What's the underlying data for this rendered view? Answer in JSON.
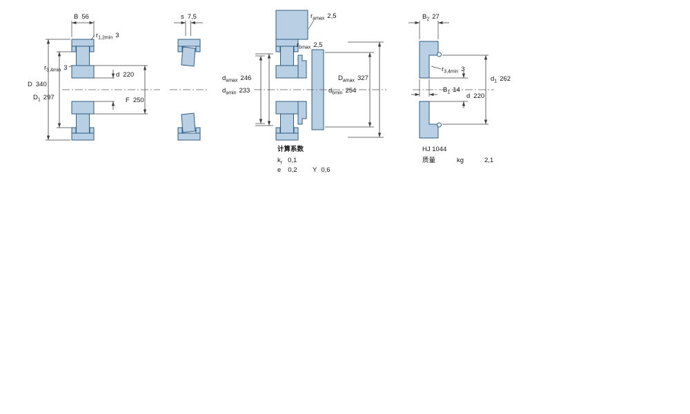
{
  "figure": {
    "background": "#ffffff"
  },
  "colors": {
    "section_fill": "#b9cfe3",
    "section_outline": "#2e5b80",
    "dimension_lines": "#3c3c3c",
    "label_text": "#141414"
  },
  "bearing_view": {
    "B": {
      "sym": "B",
      "val": "56"
    },
    "r12": {
      "sym": "r",
      "sub": "1,2min",
      "val": "3"
    },
    "r34": {
      "sym": "r",
      "sub": "3,4min",
      "val": "3"
    },
    "D": {
      "sym": "D",
      "val": "340"
    },
    "D1": {
      "sym": "D",
      "sub": "1",
      "val": "297"
    },
    "d": {
      "sym": "d",
      "val": "220"
    },
    "F": {
      "sym": "F",
      "val": "250"
    }
  },
  "outer_ring_view": {
    "s": {
      "sym": "s",
      "val": "7,5"
    }
  },
  "mounting_view": {
    "r_amax": {
      "sym": "r",
      "sub": "amax",
      "val": "2,5"
    },
    "r_bmax": {
      "sym": "r",
      "sub": "bmax",
      "val": "2,5"
    },
    "d_amax": {
      "sym": "d",
      "sub": "amax",
      "val": "246"
    },
    "d_amin": {
      "sym": "d",
      "sub": "amin",
      "val": "233"
    },
    "D_amax": {
      "sym": "D",
      "sub": "amax",
      "val": "327"
    },
    "d_bmin": {
      "sym": "d",
      "sub": "bmin",
      "val": "254"
    }
  },
  "calculation_factors": {
    "title": "计算系数",
    "k_r": {
      "sym": "k",
      "sub": "r",
      "val": "0,1"
    },
    "e": {
      "sym": "e",
      "val": "0,2"
    },
    "Y": {
      "sym": "Y",
      "val": "0,6"
    }
  },
  "angle_ring_view": {
    "B2": {
      "sym": "B",
      "sub": "2",
      "val": "27"
    },
    "r34": {
      "sym": "r",
      "sub": "3,4min",
      "val": "3"
    },
    "B1": {
      "sym": "B",
      "sub": "1",
      "val": "14"
    },
    "d1": {
      "sym": "d",
      "sub": "1",
      "val": "262"
    },
    "d": {
      "sym": "d",
      "val": "220"
    }
  },
  "angle_ring_info": {
    "designation": "HJ 1044",
    "mass_label": "质量",
    "mass_unit": "kg",
    "mass_value": "2,1"
  }
}
